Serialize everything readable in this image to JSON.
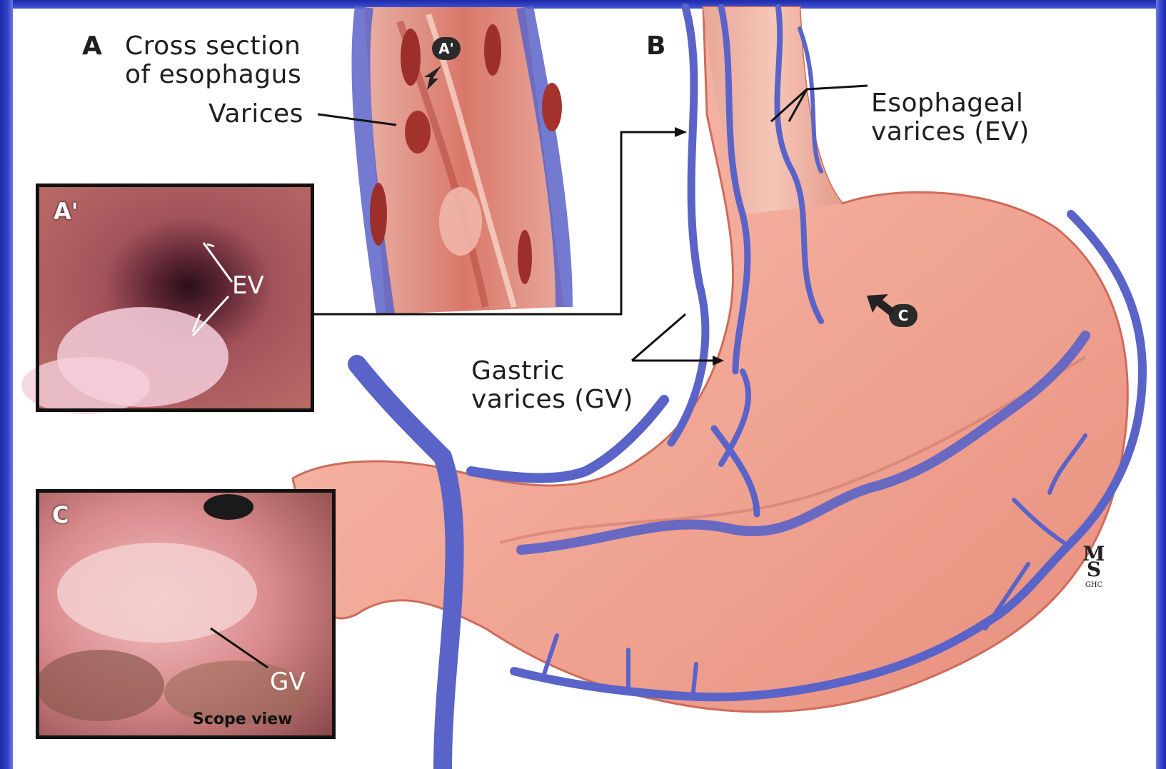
{
  "labels": {
    "a_letter": "A",
    "a_title_line1": "Cross section",
    "a_title_line2": "of esophagus",
    "varices": "Varices",
    "b_letter": "B",
    "ev_line1": "Esophageal",
    "ev_line2": "varices (EV)",
    "gv_line1": "Gastric",
    "gv_line2": "varices (GV)"
  },
  "insets": {
    "a_prime": {
      "tag": "A'",
      "label": "EV"
    },
    "c": {
      "tag": "C",
      "label": "GV",
      "caption": "Scope view"
    }
  },
  "markers": {
    "a_prime": "A'",
    "c": "C"
  },
  "signature": "M\nS\nGHC",
  "colors": {
    "frame_blue": "#2233bb",
    "stomach_fill": "#f2a99a",
    "stomach_edge": "#d06a5a",
    "vein": "#5a63c8",
    "esophagus": "#e8998a"
  }
}
